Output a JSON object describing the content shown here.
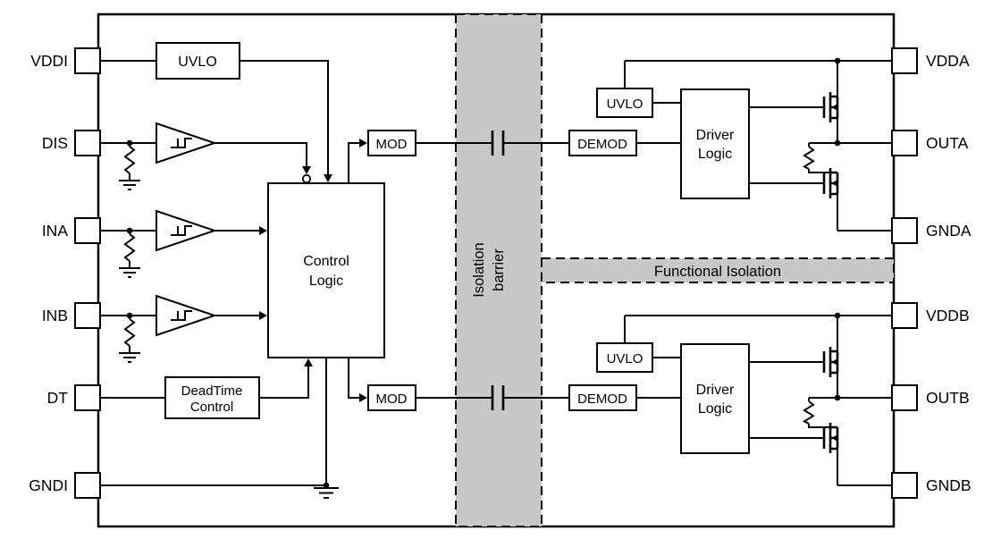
{
  "pins": {
    "left": [
      "VDDI",
      "DIS",
      "INA",
      "INB",
      "DT",
      "GNDI"
    ],
    "right": [
      "VDDA",
      "OUTA",
      "GNDA",
      "VDDB",
      "OUTB",
      "GNDB"
    ]
  },
  "blocks": {
    "uvlo_input": "UVLO",
    "uvlo_a": "UVLO",
    "uvlo_b": "UVLO",
    "control_logic": {
      "line1": "Control",
      "line2": "Logic"
    },
    "deadtime": {
      "line1": "DeadTime",
      "line2": "Control"
    },
    "mod_a": "MOD",
    "mod_b": "MOD",
    "demod_a": "DEMOD",
    "demod_b": "DEMOD",
    "driver_a": {
      "line1": "Driver",
      "line2": "Logic"
    },
    "driver_b": {
      "line1": "Driver",
      "line2": "Logic"
    }
  },
  "bands": {
    "isolation_barrier": {
      "line1": "Isolation",
      "line2": "barrier"
    },
    "functional_isolation": "Functional Isolation"
  },
  "colors": {
    "band_fill": "#c8c8c8",
    "line": "#000000",
    "background": "#ffffff"
  }
}
